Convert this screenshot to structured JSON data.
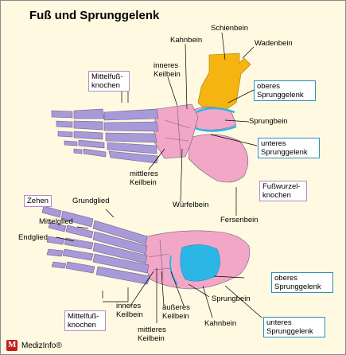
{
  "title": "Fuß und Sprunggelenk",
  "labels": {
    "schienbein": "Schienbein",
    "kahnbein_top": "Kahnbein",
    "wadenbein": "Wadenbein",
    "inneres_keilbein_top": "inneres\nKeilbein",
    "mittelfuss_top": "Mittelfuß-\nknochen",
    "oberes_sg_top": "oberes\nSprunggelenk",
    "sprungbein_top": "Sprungbein",
    "unteres_sg_top": "unteres\nSprunggelenk",
    "mittleres_keilbein_top": "mittleres\nKeilbein",
    "fusswurzel": "Fußwurzel-\nknochen",
    "zehen": "Zehen",
    "grundglied": "Grundglied",
    "wuerfelbein": "Würfelbein",
    "mittelglied": "Mittelglied",
    "fersenbein": "Fersenbein",
    "endglied": "Endglied",
    "oberes_sg_bottom": "oberes\nSprunggelenk",
    "sprungbein_bottom": "Sprungbein",
    "mittelfuss_bottom": "Mittelfuß-\nknochen",
    "inneres_keilbein_bottom": "inneres\nKeilbein",
    "aeusseres_keilbein": "äußeres\nKeilbein",
    "kahnbein_bottom": "Kahnbein",
    "unteres_sg_bottom": "unteres\nSprunggelenk",
    "mittleres_keilbein_bottom": "mittleres\nKeilbein"
  },
  "brand": "MedizInfo®",
  "colors": {
    "background": "#fff9e1",
    "tarsal_bones": "#f2a7c6",
    "metatarsal_bones": "#a79ad9",
    "tibia_fibula": "#f5b40f",
    "joint_surface": "#2bb6e6",
    "box_border_pink": "#b98ac4",
    "box_border_blue": "#2a8fbf"
  }
}
